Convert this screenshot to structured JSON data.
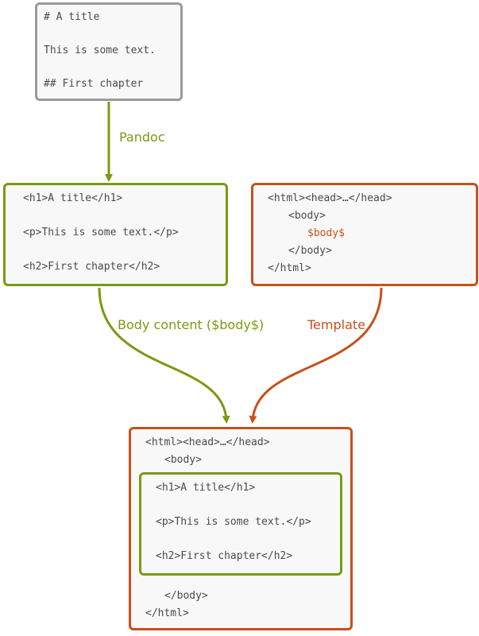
{
  "source_box": {
    "lines": [
      "# A title",
      "This is some text.",
      "## First chapter"
    ]
  },
  "html_box": {
    "lines": [
      "<h1>A title</h1>",
      "<p>This is some text.</p>",
      "<h2>First chapter</h2>"
    ]
  },
  "template_box": {
    "lines": [
      "<html><head>…</head>",
      "<body>",
      "$body$",
      "</body>",
      "</html>"
    ]
  },
  "result_box": {
    "outer_top": [
      "<html><head>…</head>",
      "<body>"
    ],
    "inner_lines": [
      "<h1>A title</h1>",
      "<p>This is some text.</p>",
      "<h2>First chapter</h2>"
    ],
    "outer_bottom": [
      "</body>",
      "</html>"
    ]
  },
  "labels": {
    "pandoc": "Pandoc",
    "body_content": "Body content ($body$)",
    "template": "Template"
  },
  "colors": {
    "gray": "#9a9a9a",
    "green": "#7a9a12",
    "orange": "#c8501a"
  }
}
